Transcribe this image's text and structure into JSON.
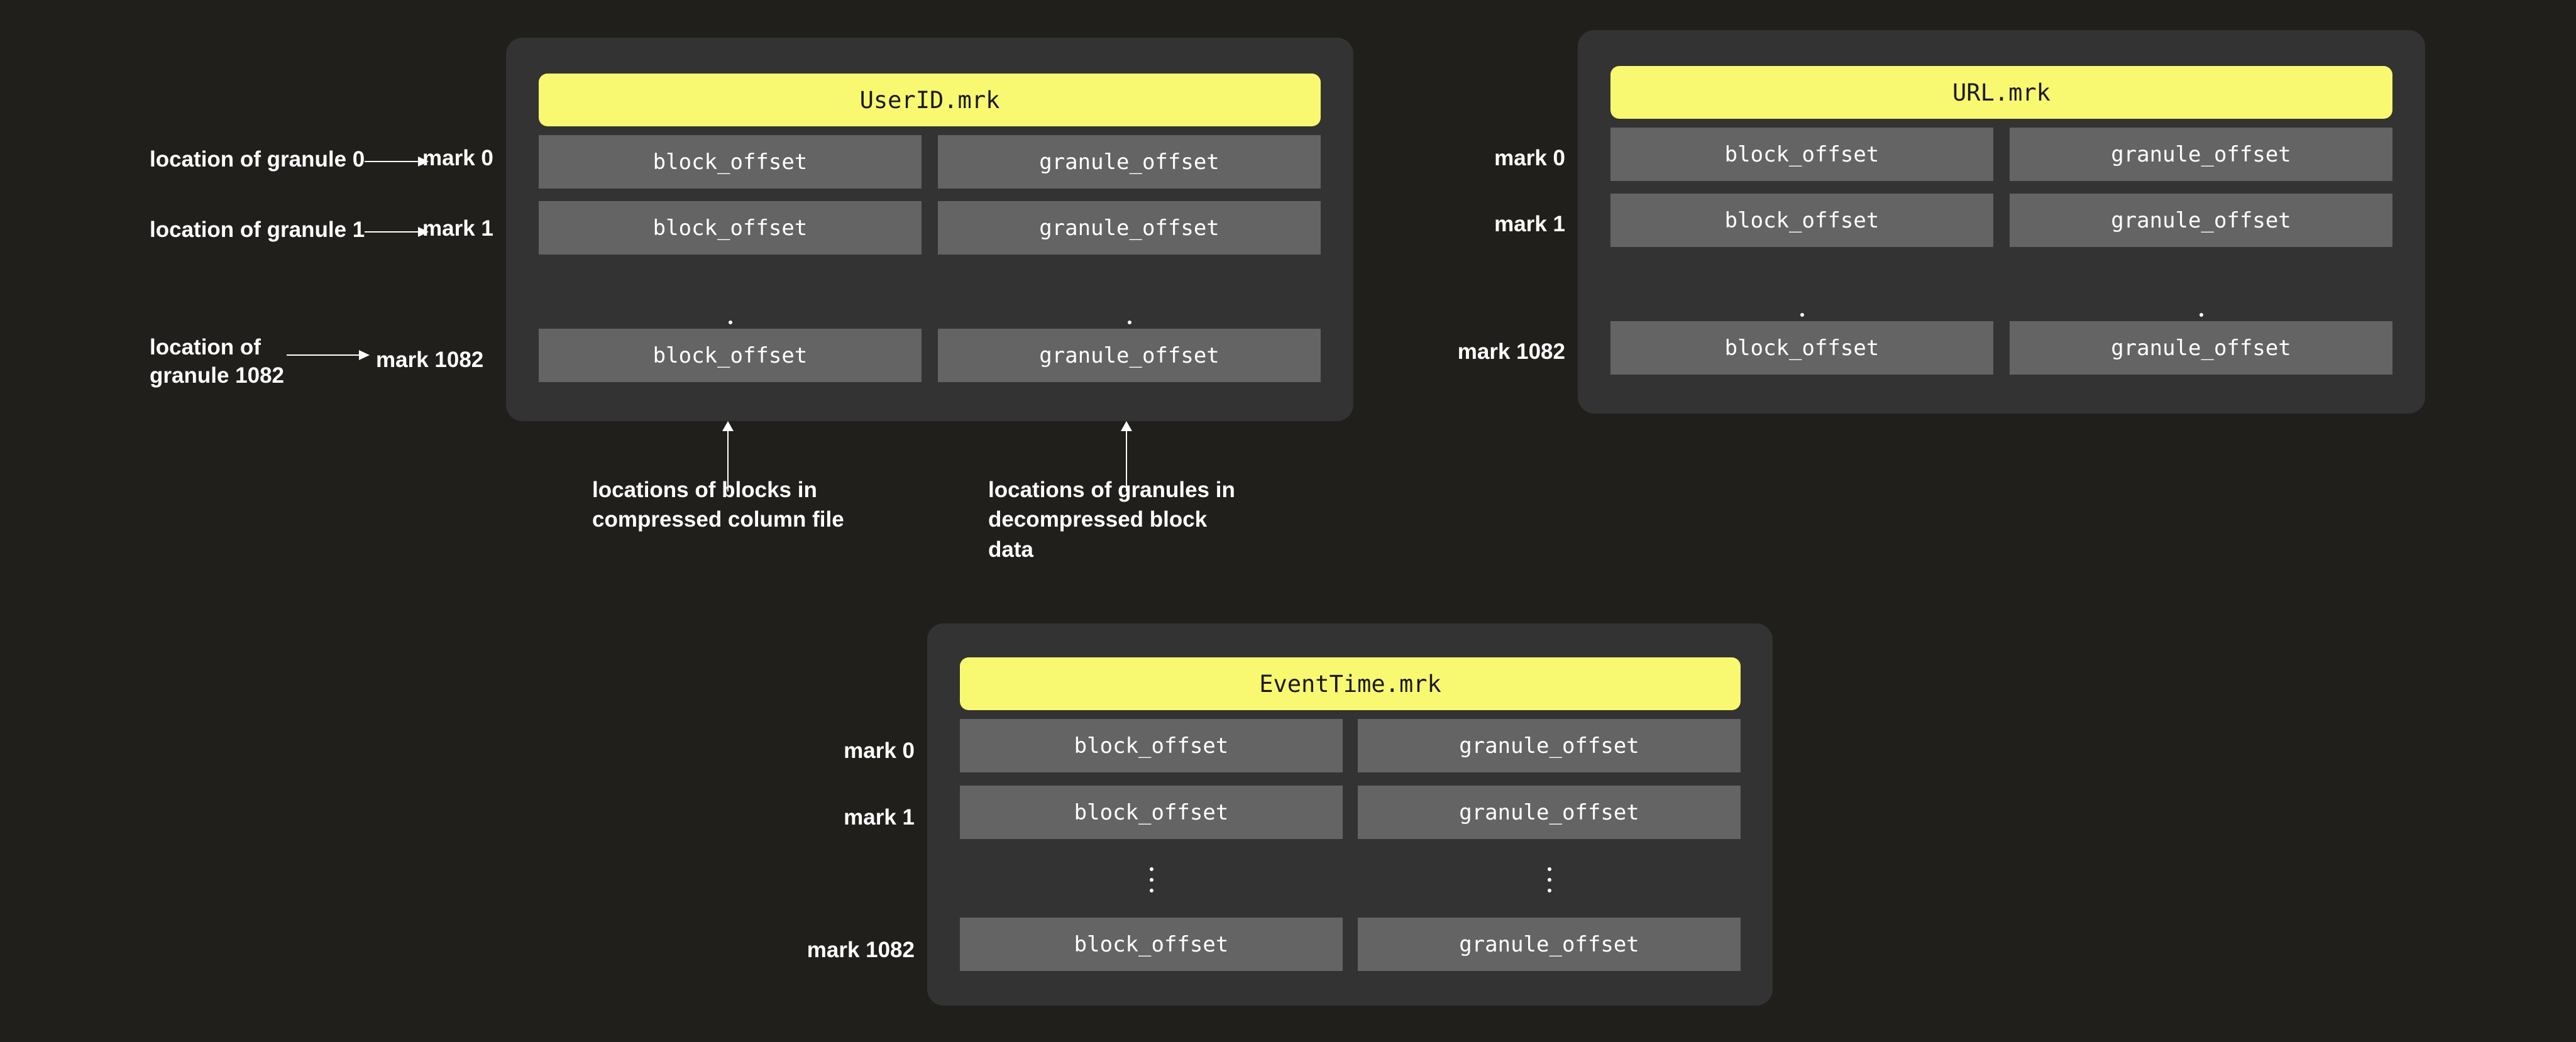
{
  "theme": {
    "background": "#201f1c",
    "card_background": "#333333",
    "cell_background": "#646464",
    "title_accent": "#f9f871",
    "text_color": "#ffffff",
    "title_text_color": "#1a1a1a"
  },
  "column_headers": {
    "block_offset": "block_offset",
    "granule_offset": "granule_offset"
  },
  "mark_labels": {
    "mark_0": "mark 0",
    "mark_1": "mark 1",
    "mark_1082": "mark 1082"
  },
  "ellipsis_glyph": "⋮",
  "granule_annotations": [
    {
      "label": "location of granule 0",
      "target": "mark 0"
    },
    {
      "label": "location of granule 1",
      "target": "mark 1"
    },
    {
      "label": "location of granule 1082",
      "label_line1": "location of",
      "label_line2": "granule 1082",
      "target": "mark 1082"
    }
  ],
  "callouts": [
    {
      "line1": "locations of blocks in",
      "line2": "compressed column file"
    },
    {
      "line1": "locations of granules in",
      "line2": "decompressed block data"
    }
  ],
  "cards": [
    {
      "id": "userid",
      "title": "UserID.mrk",
      "rows": [
        {
          "mark": "mark 0",
          "block_offset": "block_offset",
          "granule_offset": "granule_offset"
        },
        {
          "mark": "mark 1",
          "block_offset": "block_offset",
          "granule_offset": "granule_offset"
        },
        {
          "mark": "ellipsis",
          "block_offset": "⋮",
          "granule_offset": "⋮"
        },
        {
          "mark": "mark 1082",
          "block_offset": "block_offset",
          "granule_offset": "granule_offset"
        }
      ]
    },
    {
      "id": "url",
      "title": "URL.mrk",
      "rows": [
        {
          "mark": "mark 0",
          "block_offset": "block_offset",
          "granule_offset": "granule_offset"
        },
        {
          "mark": "mark 1",
          "block_offset": "block_offset",
          "granule_offset": "granule_offset"
        },
        {
          "mark": "ellipsis",
          "block_offset": "⋮",
          "granule_offset": "⋮"
        },
        {
          "mark": "mark 1082",
          "block_offset": "block_offset",
          "granule_offset": "granule_offset"
        }
      ]
    },
    {
      "id": "eventtime",
      "title": "EventTime.mrk",
      "rows": [
        {
          "mark": "mark 0",
          "block_offset": "block_offset",
          "granule_offset": "granule_offset"
        },
        {
          "mark": "mark 1",
          "block_offset": "block_offset",
          "granule_offset": "granule_offset"
        },
        {
          "mark": "ellipsis",
          "block_offset": "⋮",
          "granule_offset": "⋮"
        },
        {
          "mark": "mark 1082",
          "block_offset": "block_offset",
          "granule_offset": "granule_offset"
        }
      ]
    }
  ]
}
